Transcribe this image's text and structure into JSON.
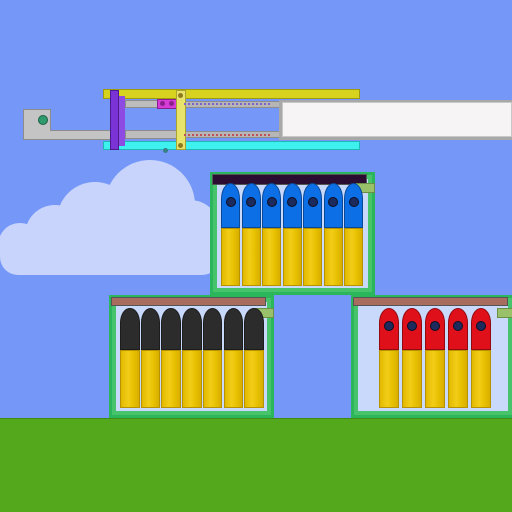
{
  "scene": {
    "sky_color": "#7497f8",
    "ground_color": "#53a91b",
    "cloud_color": "#c8d4fb"
  },
  "mechanism": {
    "top_rail_color": "#d7d21e",
    "bottom_rail_color": "#3ef0ee",
    "post_color_left": "#7b33d6",
    "post_color_right": "#e8e36a",
    "block_color": "#d63bd8",
    "pivot_icon": "pivot-bolt-icon",
    "plunger_face_color": "#f6f4f4"
  },
  "crates": [
    {
      "id": "top",
      "lid_color": "#2b0d31",
      "tip_color": "#0d6fe6",
      "cap_visible": true,
      "shell_count": 7
    },
    {
      "id": "bottom-left",
      "lid_color": "#a86d5f",
      "tip_color": "#2c2c2c",
      "cap_visible": false,
      "shell_count": 7
    },
    {
      "id": "bottom-right",
      "lid_color": "#a86d5f",
      "tip_color": "#e0101a",
      "cap_visible": true,
      "shell_count": 5
    }
  ]
}
